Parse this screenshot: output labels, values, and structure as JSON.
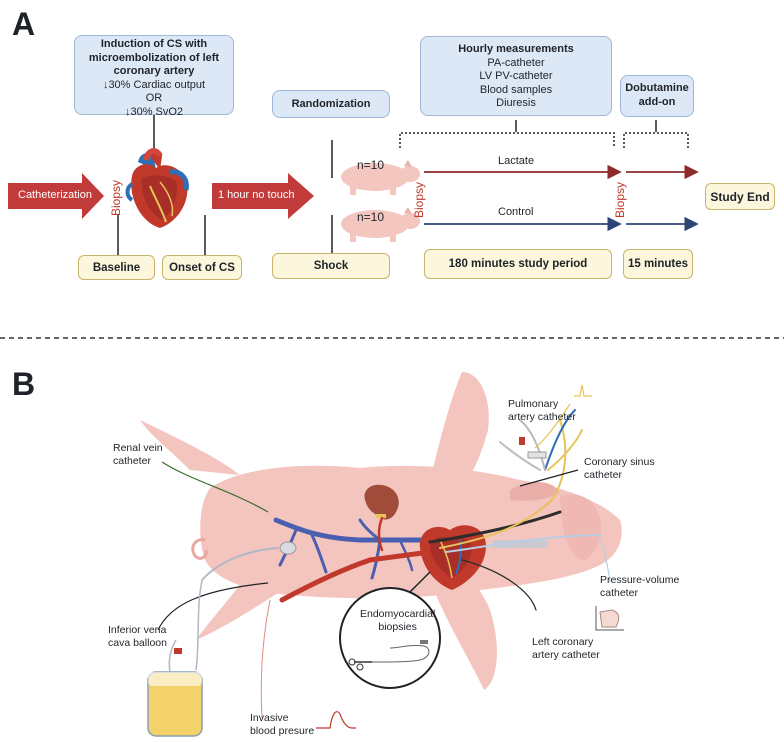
{
  "panel_a": {
    "letter": "A",
    "induction_box": {
      "title_lines": [
        "Induction of CS with",
        "microembolization of left",
        "coronary artery"
      ],
      "lines": [
        "↓30% Cardiac output",
        "OR",
        "↓30% SvO2"
      ]
    },
    "randomization_label": "Randomization",
    "hourly_box": {
      "title": "Hourly measurements",
      "lines": [
        "PA-catheter",
        "LV PV-catheter",
        "Blood samples",
        "Diuresis"
      ]
    },
    "dobutamine_box": {
      "lines": [
        "Dobutamine",
        "add-on"
      ]
    },
    "catheterization_label": "Catheterization",
    "no_touch_label": "1 hour no touch",
    "biopsy_label": "Biopsy",
    "group_top_n": "n=10",
    "group_bottom_n": "n=10",
    "lactate_label": "Lactate",
    "control_label": "Control",
    "study_end_label": "Study End",
    "baseline_label": "Baseline",
    "onset_label": "Onset of CS",
    "shock_label": "Shock",
    "study_period_label": "180 minutes study period",
    "fifteen_label": "15 minutes",
    "colors": {
      "arrow_red": "#c23b3b",
      "lactate_line": "#8e2a2a",
      "control_line": "#2e4477"
    }
  },
  "panel_b": {
    "letter": "B",
    "pulmonary_label": [
      "Pulmonary",
      "artery catheter"
    ],
    "renal_label": [
      "Renal vein",
      "catheter"
    ],
    "coronary_sinus_label": [
      "Coronary sinus",
      "catheter"
    ],
    "pv_label": [
      "Pressure-volume",
      "catheter"
    ],
    "ivc_label": [
      "Inferior vena",
      "cava balloon"
    ],
    "endo_label": [
      "Endomyocardial",
      "biopsies"
    ],
    "left_coronary_label": [
      "Left coronary",
      "artery catheter"
    ],
    "invasive_label": [
      "Invasive",
      "blood presure"
    ]
  }
}
